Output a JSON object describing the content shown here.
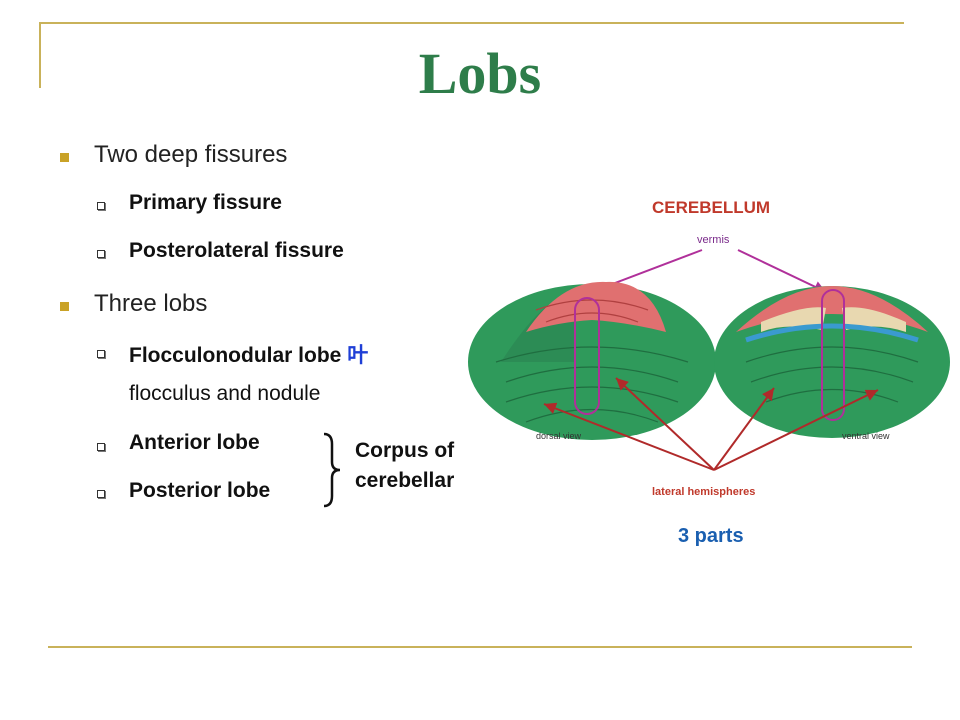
{
  "title": "Lobs",
  "bullets": [
    {
      "text": "Two deep fissures",
      "subs": [
        "Primary fissure",
        "Posterolateral fissure"
      ]
    },
    {
      "text": "Three lobs",
      "subs": [
        "Flocculonodular lobe",
        "flocculus and nodule",
        "Anterior lobe",
        "Posterior lobe"
      ]
    }
  ],
  "chinese_char": "叶",
  "corpus_label": [
    "Corpus of",
    "cerebellar"
  ],
  "figure": {
    "title": "CEREBELLUM",
    "vermis_label": "vermis",
    "dorsal_label": "dorsal view",
    "ventral_label": "ventral view",
    "hemispheres_label": "lateral hemispheres",
    "parts_label": "3 parts"
  },
  "colors": {
    "title": "#2e7d4a",
    "bullet": "#c9a227",
    "rule": "#c9b25a",
    "chinese": "#1f3fd6"
  }
}
